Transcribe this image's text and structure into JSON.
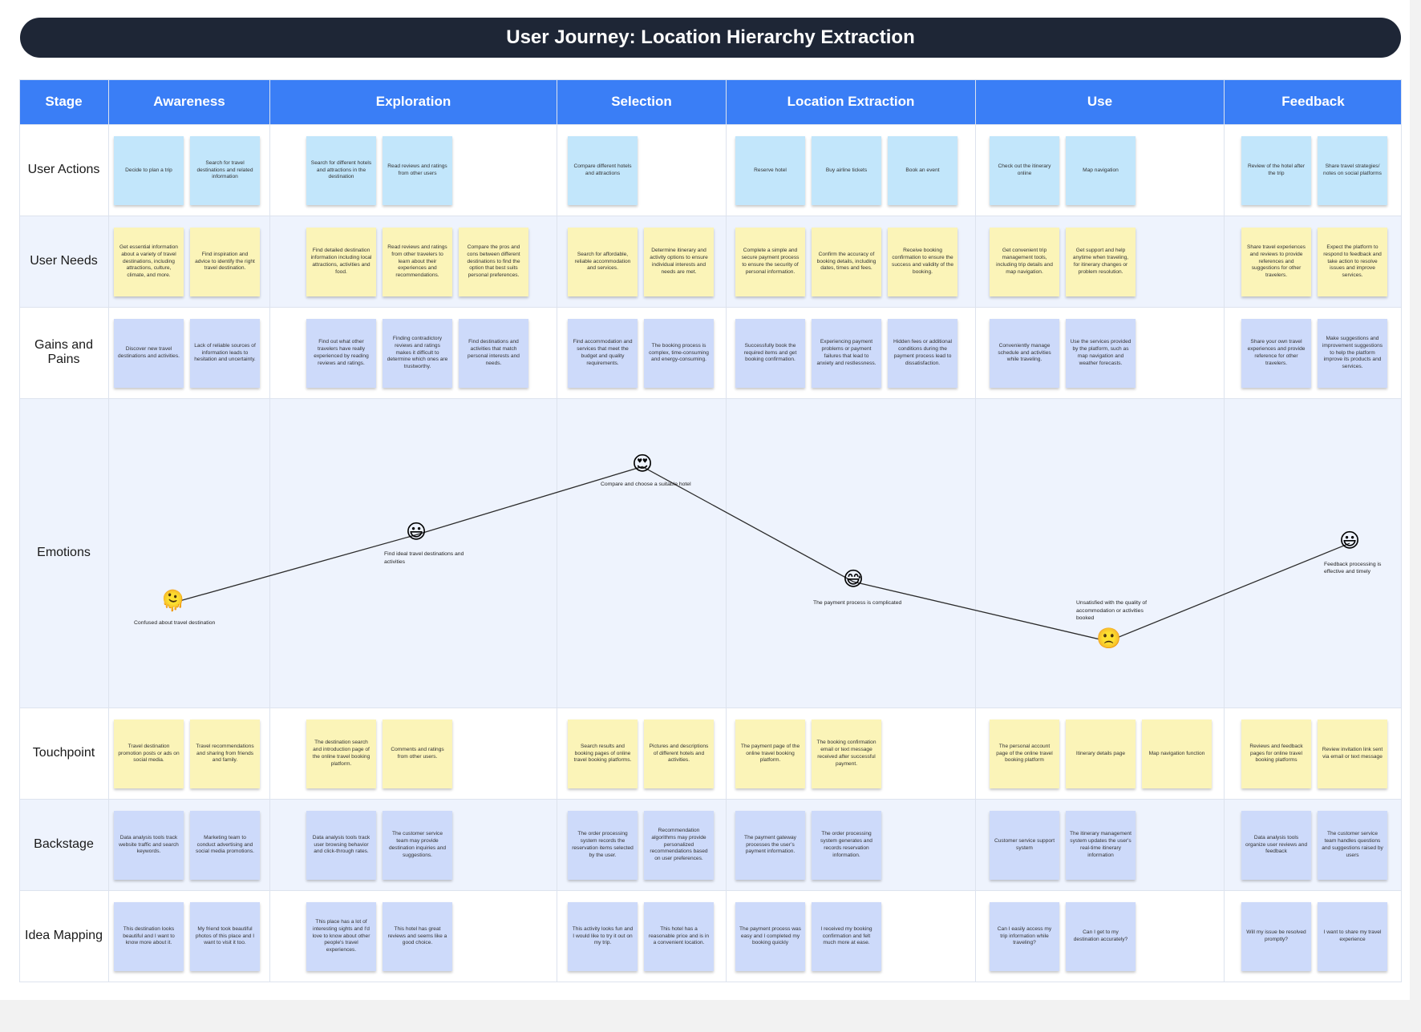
{
  "title": "User Journey: Location Hierarchy Extraction",
  "header": {
    "stage_label": "Stage",
    "stages": [
      "Awareness",
      "Exploration",
      "Selection",
      "Location Extraction",
      "Use",
      "Feedback"
    ]
  },
  "rows": [
    {
      "label": "User Actions",
      "color": "#c2e6fb",
      "cells": [
        [
          "Decide to plan a trip",
          "Search for travel destinations and related information"
        ],
        [
          "Search for different hotels and attractions in the destination",
          "Read reviews and ratings from other users"
        ],
        [
          "Compare different hotels and attractions"
        ],
        [
          "Reserve hotel",
          "Buy airline tickets",
          "Book an event"
        ],
        [
          "Check out the itinerary online",
          "Map navigation"
        ],
        [
          "Review of the hotel after the trip",
          "Share travel strategies/ notes on social platforms"
        ]
      ]
    },
    {
      "label": "User Needs",
      "color": "#fbf4b8",
      "cells": [
        [
          "Get essential information about a variety of travel destinations, including attractions, culture, climate, and more.",
          "Find inspiration and advice to identify the right travel destination."
        ],
        [
          "Find detailed destination information including local attractions, activities and food.",
          "Read reviews and ratings from other travelers to learn about their experiences and recommendations.",
          "Compare the pros and cons between different destinations to find the option that best suits personal preferences."
        ],
        [
          "Search for affordable, reliable accommodation and services.",
          "Determine itinerary and activity options to ensure individual interests and needs are met."
        ],
        [
          "Complete a simple and secure payment process to ensure the security of personal information.",
          "Confirm the accuracy of booking details, including dates, times and fees.",
          "Receive booking confirmation to ensure the success and validity of the booking."
        ],
        [
          "Get convenient trip management tools, including trip details and map navigation.",
          "Get support and help anytime when traveling, for itinerary changes or problem resolution."
        ],
        [
          "Share travel experiences and reviews to provide references and suggestions for other travelers.",
          "Expect the platform to respond to feedback and take action to resolve issues and improve services."
        ]
      ]
    },
    {
      "label": "Gains and Pains",
      "color": "#cddafa",
      "cells": [
        [
          "Discover new travel destinations and activities.",
          "Lack of reliable sources of information leads to hesitation and uncertainty."
        ],
        [
          "Find out what other travelers have really experienced by reading reviews and ratings.",
          "Finding contradictory reviews and ratings makes it difficult to determine which ones are trustworthy.",
          "Find destinations and activities that match personal interests and needs."
        ],
        [
          "Find accommodation and services that meet the budget and quality requirements.",
          "The booking process is complex, time-consuming and energy-consuming."
        ],
        [
          "Successfully book the required items and get booking confirmation.",
          "Experiencing payment problems or payment failures that lead to anxiety and restlessness.",
          "Hidden fees or additional conditions during the payment process lead to dissatisfaction."
        ],
        [
          "Conveniently manage schedule and activities while traveling.",
          "Use the services provided by the platform, such as map navigation and weather forecasts."
        ],
        [
          "Share your own travel experiences and provide reference for other travelers.",
          "Make suggestions and improvement suggestions to help the platform improve its products and services."
        ]
      ]
    },
    {
      "label": "Emotions",
      "points": [
        {
          "emoji": "🫠",
          "label": "Confused about travel destination",
          "score": 1.7
        },
        {
          "emoji": "😃",
          "label": "Find ideal travel destinations and activities",
          "score": 3.3
        },
        {
          "emoji": "😍",
          "label": "Compare and choose a suitable hotel",
          "score": 4.9
        },
        {
          "emoji": "😅",
          "label": "The payment process is complicated",
          "score": 2.2
        },
        {
          "emoji": "🙁",
          "label": "Unsatisfied with the quality of accommodation or activities booked",
          "score": 0.8
        },
        {
          "emoji": "😃",
          "label": "Feedback processing is effective and timely",
          "score": 3.1
        }
      ]
    },
    {
      "label": "Touchpoint",
      "color": "#fbf4b8",
      "cells": [
        [
          "Travel destination promotion posts or ads on social media.",
          "Travel recommendations and sharing from friends and family."
        ],
        [
          "The destination search and introduction page of the online travel booking platform.",
          "Comments and ratings from other users."
        ],
        [
          "Search results and booking pages of online travel booking platforms.",
          "Pictures and descriptions of different hotels and activities."
        ],
        [
          "The payment page of the online travel booking platform.",
          "The booking confirmation email or text message received after successful payment."
        ],
        [
          "The personal account page of the online travel booking platform",
          "Itinerary details page",
          "Map navigation function"
        ],
        [
          "Reviews and feedback pages for online travel booking platforms",
          "Review invitation link sent via email or text message"
        ]
      ]
    },
    {
      "label": "Backstage",
      "color": "#cddafa",
      "cells": [
        [
          "Data analysis tools track website traffic and search keywords.",
          "Marketing team to conduct advertising and social media promotions."
        ],
        [
          "Data analysis tools track user browsing behavior and click-through rates.",
          "The customer service team may provide destination inquiries and suggestions."
        ],
        [
          "The order processing system records the reservation items selected by the user.",
          "Recommendation algorithms may provide personalized recommendations based on user preferences."
        ],
        [
          "The payment gateway processes the user’s payment information.",
          "The order processing system generates and records reservation information."
        ],
        [
          "Customer service support system",
          "The itinerary management system updates the user's real-time itinerary information"
        ],
        [
          "Data analysis tools organize user reviews and feedback",
          "The customer service team handles questions and suggestions raised by users"
        ]
      ]
    },
    {
      "label": "Idea Mapping",
      "color": "#cddafa",
      "cells": [
        [
          "This destination looks beautiful and I want to know more about it.",
          "My friend took beautiful photos of this place and I want to visit it too."
        ],
        [
          "This place has a lot of interesting sights and I'd love to know about other people's travel experiences.",
          "This hotel has great reviews and seems like a good choice."
        ],
        [
          "This activity looks fun and I would like to try it out on my trip.",
          "This hotel has a reasonable price and is in a convenient location."
        ],
        [
          "The payment process was easy and I completed my booking quickly",
          "I received my booking confirmation and felt much more at ease."
        ],
        [
          "Can I easily access my trip information while traveling?",
          "Can I get to my destination accurately?"
        ],
        [
          "Will my issue be resolved promptly?",
          "I want to share my travel experience"
        ]
      ]
    }
  ],
  "colors": {
    "title_bg": "#1e2636",
    "header_bg": "#3a7ef6",
    "row_alt_bg": "#eef3fd",
    "line": "#2b2b2b"
  }
}
